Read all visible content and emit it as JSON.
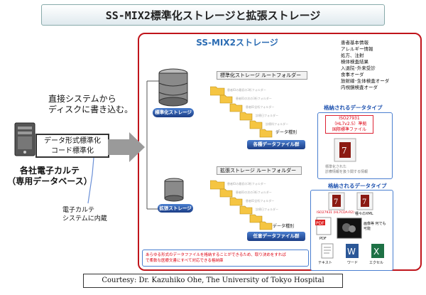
{
  "title": "SS-MIX2標準化ストレージと拡張ストレージ",
  "main_label": "SS-MIX2ストレージ",
  "left": {
    "direct_write": [
      "直接システムから",
      "ディスクに書き込む。"
    ],
    "converter": [
      "データ形式標準化",
      "コード標準化"
    ],
    "system_name": [
      "各社電子カルテ",
      "（専用データベース）"
    ],
    "builtin": [
      "電子カルテ",
      "システムに内蔵"
    ]
  },
  "data_list": [
    "患者基本情報",
    "アレルギー情報",
    "処方、注射",
    "検体検査結果",
    "入退院･外来受診",
    "食事オーダ",
    "放射線･生体検査オーダ",
    "内視鏡検査オーダ"
  ],
  "standard": {
    "db_label": "標準化ストレージ",
    "root_label": "標準化ストレージ ルートフォルダー",
    "data_kind": "データ種別",
    "file_group": "各種データファイル群",
    "stored_title": "格納されるデータタイプ",
    "iso_note": [
      "ISO27931",
      "（HL7v2.5）準拠",
      "国際標準ファイル"
    ],
    "doc_note": [
      "標準化された",
      "診療情報を扱う関する情報"
    ]
  },
  "extended": {
    "db_label": "拡張ストレージ",
    "root_label": "拡張ストレージ ルートフォルダー",
    "data_kind": "データ種別",
    "file_group": "任意データファイル群",
    "stored_title": "格納されるデータタイプ",
    "file_types": [
      {
        "label": "ISO27931 (HL7CDA-R2)"
      },
      {
        "label": "種々のXML"
      },
      {
        "label": "PDF"
      },
      {
        "label": "画像等 何でも可能"
      },
      {
        "label": "テキスト"
      },
      {
        "label": "ワード"
      },
      {
        "label": "エクセル"
      }
    ],
    "note": [
      "あらゆる形式のデータファイルを格納することができるため、取り決めをすれば",
      "で柔軟な医療文書にすべて対応できる格納庫"
    ]
  },
  "courtesy": "Courtesy: Dr. Kazuhiko Ohe, The University of Tokyo Hospital"
}
